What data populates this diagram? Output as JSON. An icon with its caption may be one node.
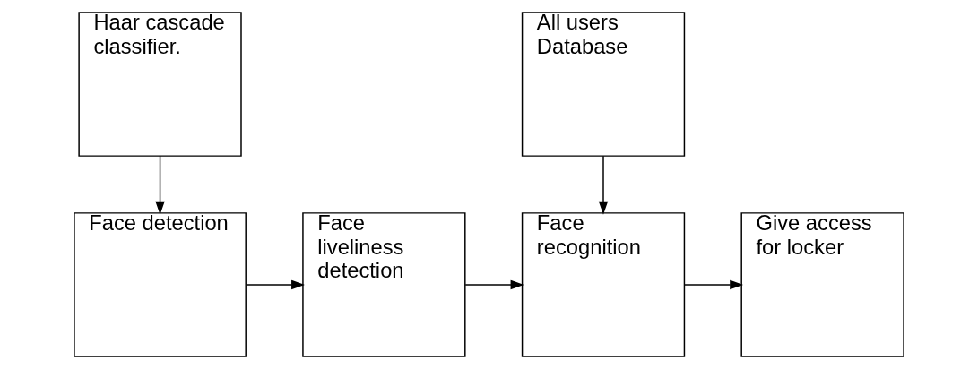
{
  "diagram": {
    "nodes": [
      {
        "text": [
          "Face detection"
        ]
      },
      {
        "text": [
          "Face liveliness detection"
        ]
      },
      {
        "text": [
          "Face recognition"
        ]
      },
      {
        "text": [
          "Give access for locker"
        ]
      },
      {
        "text": [
          "Haar cascade classifier."
        ]
      },
      {
        "text": [
          "All users Database"
        ]
      }
    ],
    "edges": [
      {
        "from": 0,
        "to": 1,
        "arrow": "to"
      },
      {
        "from": 1,
        "to": 2,
        "arrow": "to"
      },
      {
        "from": 2,
        "to": 3,
        "arrow": "to"
      },
      {
        "from": 4,
        "to": 0,
        "arrow": "to"
      },
      {
        "from": 5,
        "to": 2,
        "arrow": "to"
      }
    ]
  }
}
